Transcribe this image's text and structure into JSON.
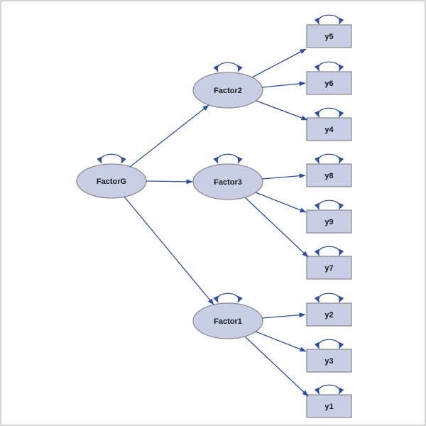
{
  "diagram": {
    "latent_nodes": [
      {
        "id": "FactorG",
        "label": "FactorG"
      },
      {
        "id": "Factor2",
        "label": "Factor2"
      },
      {
        "id": "Factor3",
        "label": "Factor3"
      },
      {
        "id": "Factor1",
        "label": "Factor1"
      }
    ],
    "observed_nodes": [
      {
        "id": "y5",
        "label": "y5"
      },
      {
        "id": "y6",
        "label": "y6"
      },
      {
        "id": "y4",
        "label": "y4"
      },
      {
        "id": "y8",
        "label": "y8"
      },
      {
        "id": "y9",
        "label": "y9"
      },
      {
        "id": "y7",
        "label": "y7"
      },
      {
        "id": "y2",
        "label": "y2"
      },
      {
        "id": "y3",
        "label": "y3"
      },
      {
        "id": "y1",
        "label": "y1"
      }
    ],
    "edges": [
      {
        "from": "FactorG",
        "to": "Factor2"
      },
      {
        "from": "FactorG",
        "to": "Factor3"
      },
      {
        "from": "FactorG",
        "to": "Factor1"
      },
      {
        "from": "Factor2",
        "to": "y5"
      },
      {
        "from": "Factor2",
        "to": "y6"
      },
      {
        "from": "Factor2",
        "to": "y4"
      },
      {
        "from": "Factor3",
        "to": "y8"
      },
      {
        "from": "Factor3",
        "to": "y9"
      },
      {
        "from": "Factor3",
        "to": "y7"
      },
      {
        "from": "Factor1",
        "to": "y2"
      },
      {
        "from": "Factor1",
        "to": "y3"
      },
      {
        "from": "Factor1",
        "to": "y1"
      }
    ],
    "self_loops": [
      "FactorG",
      "Factor2",
      "Factor3",
      "Factor1",
      "y5",
      "y6",
      "y4",
      "y8",
      "y9",
      "y7",
      "y2",
      "y3",
      "y1"
    ]
  },
  "colors": {
    "background": "#ffffff",
    "frame_border": "#d4d4d4",
    "node_fill": "#c8cee4",
    "node_border": "#8c8c94",
    "edge_blue": "#2b4ea8",
    "label_text": "#16161e"
  }
}
